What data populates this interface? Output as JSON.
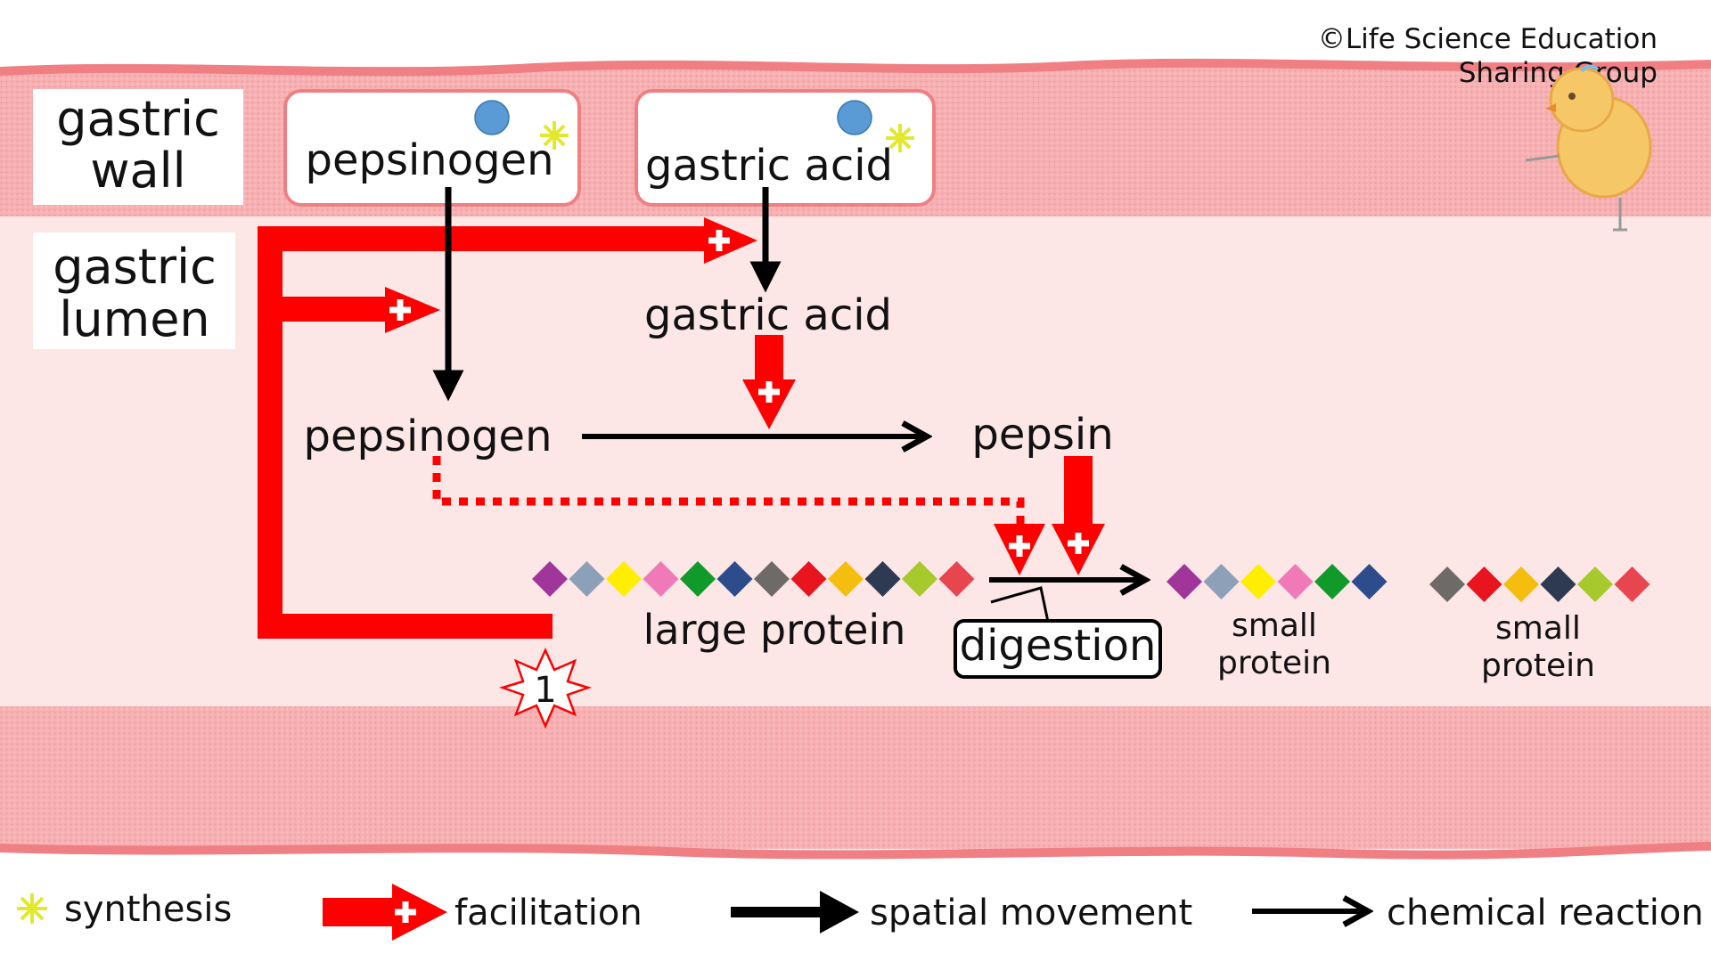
{
  "copyright": {
    "line1": "©Life Science Education",
    "line2": "Sharing Group"
  },
  "regions": {
    "wall_line1": "gastric",
    "wall_line2": "wall",
    "lumen_line1": "gastric",
    "lumen_line2": "lumen"
  },
  "wall_molecules": {
    "pepsinogen": "pepsinogen",
    "gastric_acid": "gastric acid"
  },
  "lumen_molecules": {
    "gastric_acid": "gastric acid",
    "pepsinogen": "pepsinogen",
    "pepsin": "pepsin",
    "large_protein": "large protein",
    "digestion": "digestion",
    "small_protein_1_line1": "small",
    "small_protein_1_line2": "protein",
    "small_protein_2_line1": "small",
    "small_protein_2_line2": "protein"
  },
  "trigger": {
    "label": "1"
  },
  "protein_colors": {
    "large": [
      "#a0369a",
      "#8ca0b8",
      "#ffee00",
      "#f07ab8",
      "#119a2a",
      "#2c4c8c",
      "#6e6a68",
      "#e8141e",
      "#f5bd0e",
      "#2e3a52",
      "#a6c92c",
      "#e8464e"
    ],
    "small_1": [
      "#a0369a",
      "#8ca0b8",
      "#ffee00",
      "#f07ab8",
      "#119a2a",
      "#2c4c8c"
    ],
    "small_2": [
      "#6e6a68",
      "#e8141e",
      "#f5bd0e",
      "#2e3a52",
      "#a6c92c",
      "#e8464e"
    ]
  },
  "legend": {
    "synthesis": "synthesis",
    "facilitation": "facilitation",
    "spatial_movement": "spatial movement",
    "chemical_reaction": "chemical reaction"
  },
  "colors": {
    "facilitation_red": "#ff0000",
    "wall_pink": "#f7b4b6",
    "lumen_pink": "#fde6e6",
    "border_red": "#f07f84",
    "dot_blue": "#5b9bd5",
    "synthesis_yellow": "#e3e82e"
  }
}
